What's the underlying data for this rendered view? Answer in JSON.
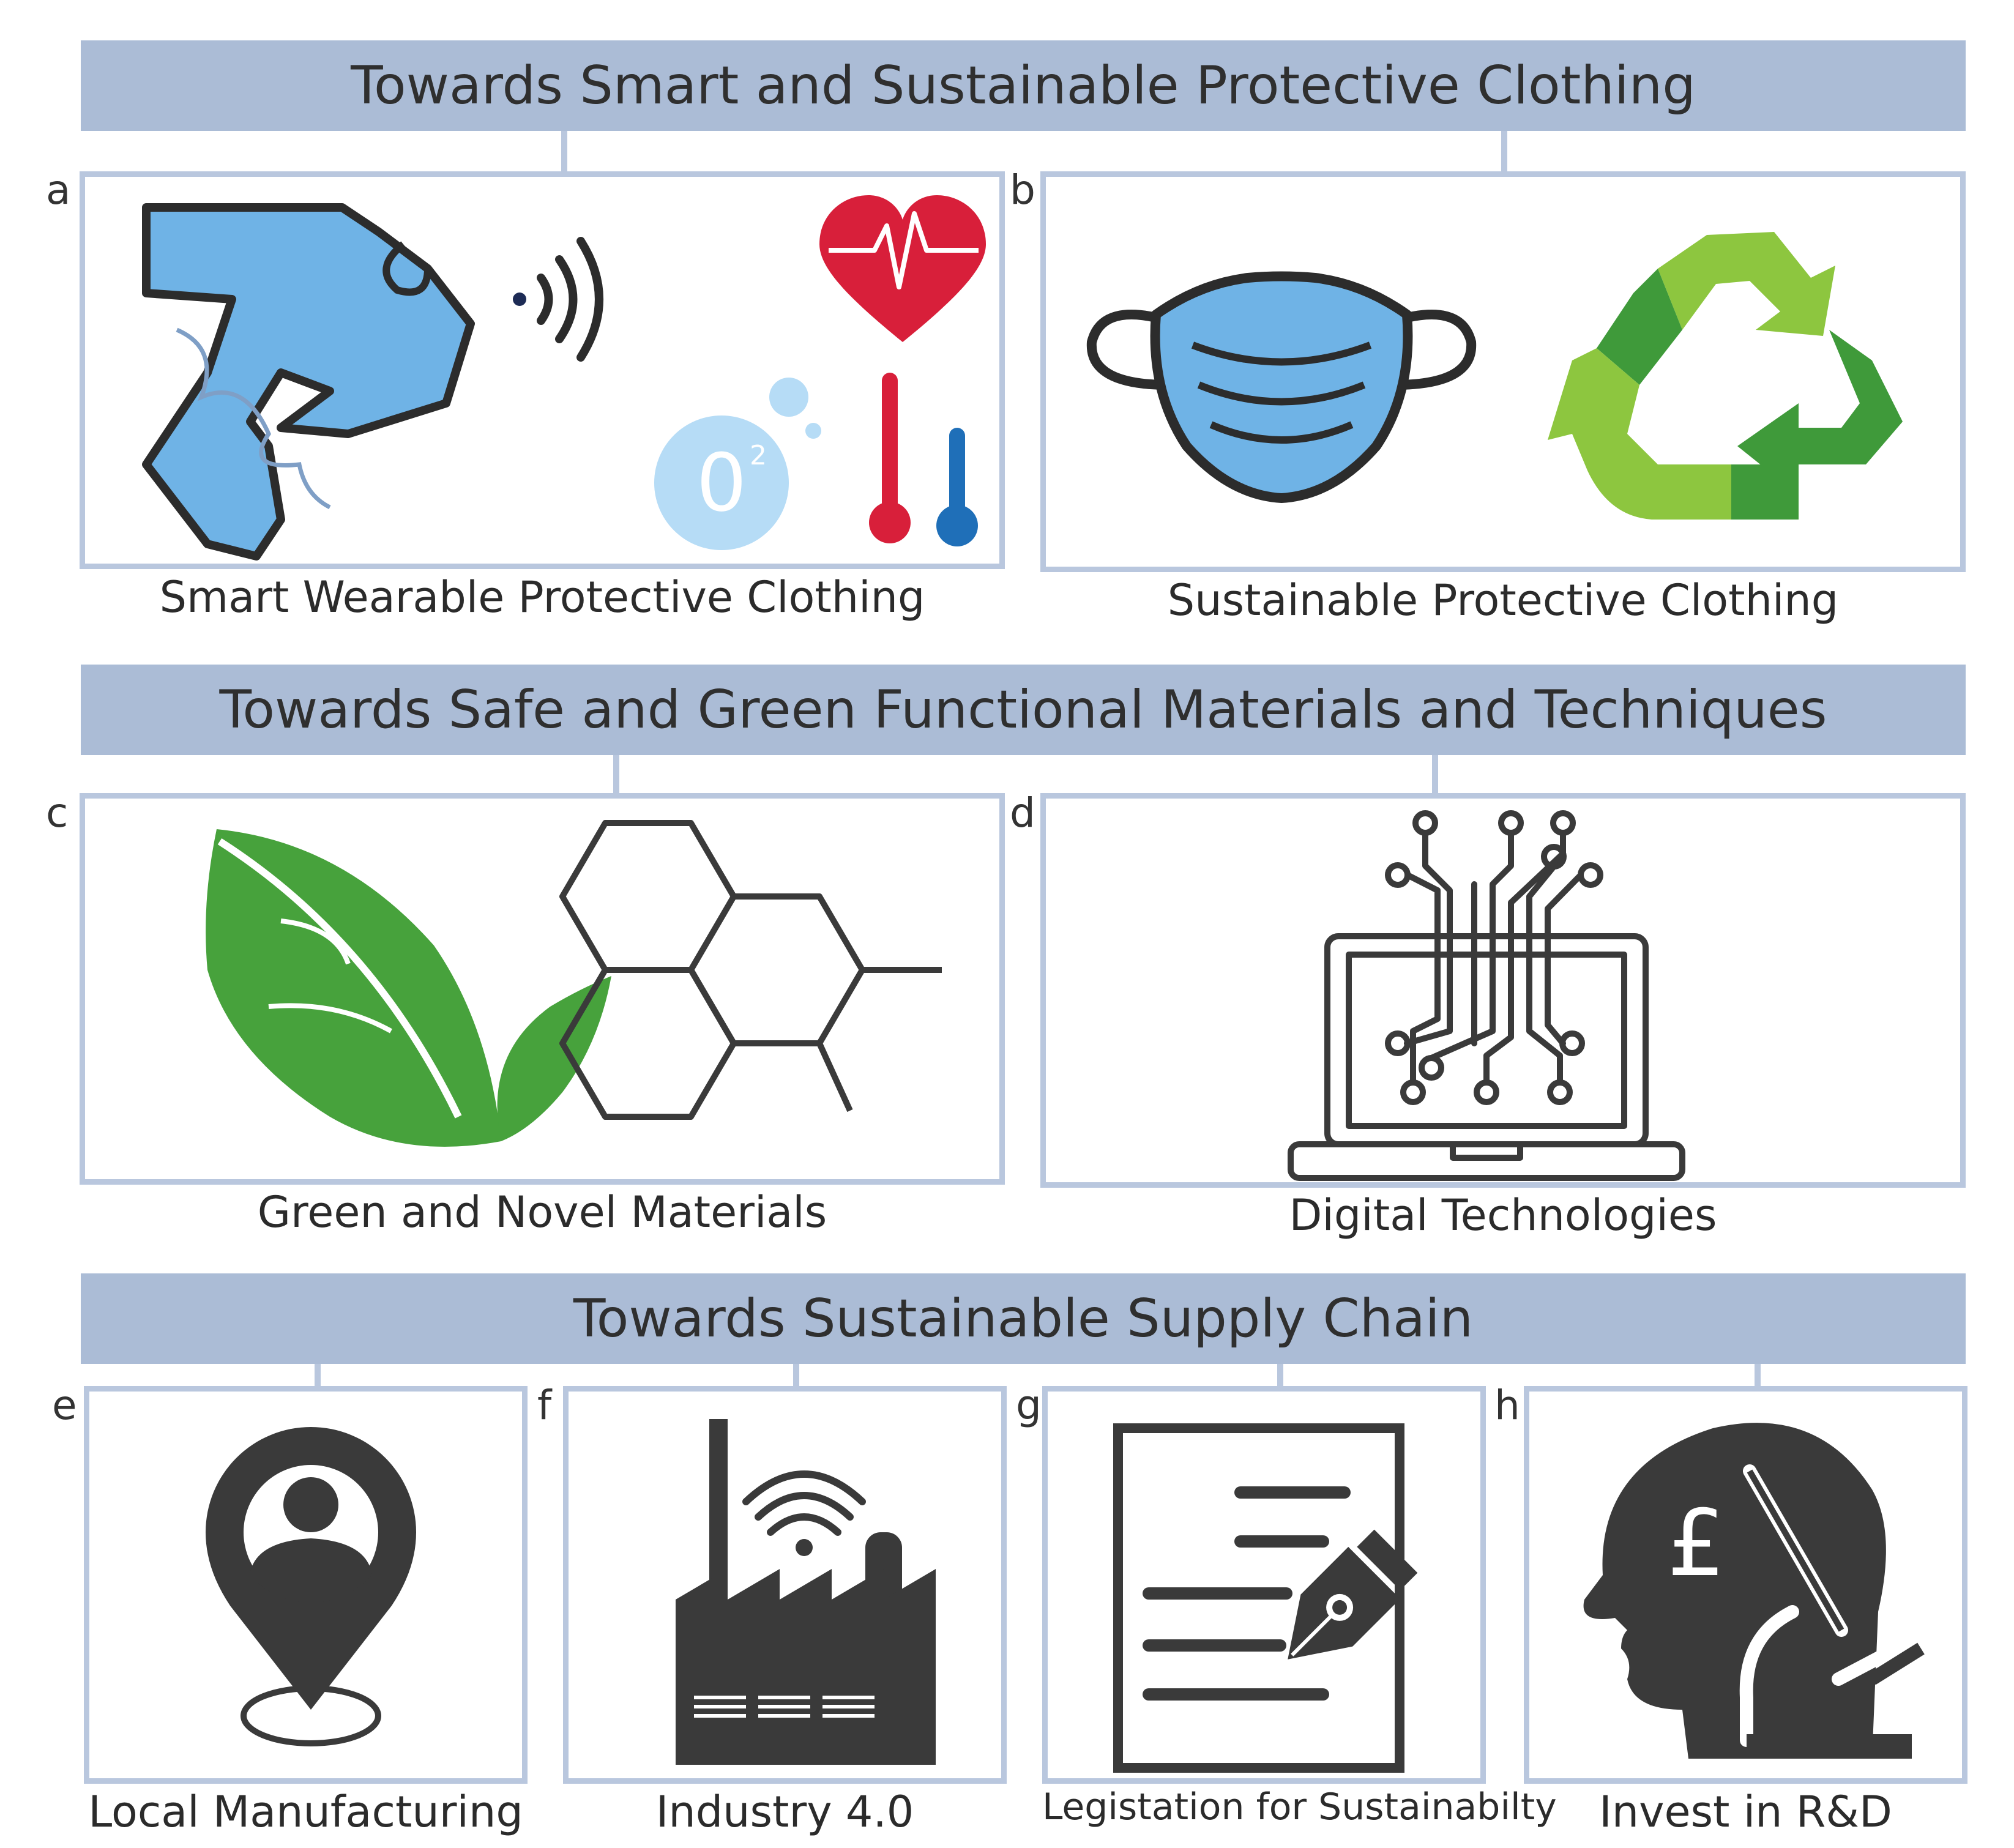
{
  "sections": [
    {
      "title": "Towards Smart and Sustainable Protective Clothing"
    },
    {
      "title": "Towards Safe and Green Functional Materials and Techniques"
    },
    {
      "title": "Towards Sustainable Supply Chain"
    }
  ],
  "panels": {
    "a": {
      "letter": "a",
      "caption": "Smart Wearable Protective Clothing",
      "oxygen_label": "0",
      "oxygen_sup": "2"
    },
    "b": {
      "letter": "b",
      "caption": "Sustainable Protective Clothing"
    },
    "c": {
      "letter": "c",
      "caption": "Green and Novel Materials"
    },
    "d": {
      "letter": "d",
      "caption": "Digital Technologies"
    },
    "e": {
      "letter": "e",
      "caption": "Local Manufacturing"
    },
    "f": {
      "letter": "f",
      "caption": "Industry 4.0"
    },
    "g": {
      "letter": "g",
      "caption": "Legistation for Sustainabilty"
    },
    "h": {
      "letter": "h",
      "caption": "Invest in R&D",
      "currency_symbol": "£"
    }
  },
  "colors": {
    "banner": "#abbcd6",
    "panel_border": "#b9c7de",
    "icon_dark": "#3a3a3a",
    "clothing_blue": "#6fb3e6",
    "heart_red": "#d81f3a",
    "thermo_blue": "#1f6fb8",
    "recycle_green_dark": "#3f9a3a",
    "recycle_green_light": "#8dc63f",
    "leaf_green": "#47a23c"
  },
  "icons": {
    "a": [
      "protective-clothing-icon",
      "wireless-signal-icon",
      "heart-rate-icon",
      "oxygen-icon",
      "thermometer-high-icon",
      "thermometer-low-icon"
    ],
    "b": [
      "face-mask-icon",
      "recycle-icon"
    ],
    "c": [
      "leaf-icon",
      "hexagon-molecule-icon"
    ],
    "d": [
      "laptop-circuit-icon"
    ],
    "e": [
      "location-person-icon"
    ],
    "f": [
      "smart-factory-icon"
    ],
    "g": [
      "document-pen-icon"
    ],
    "h": [
      "head-microscope-icon"
    ]
  }
}
